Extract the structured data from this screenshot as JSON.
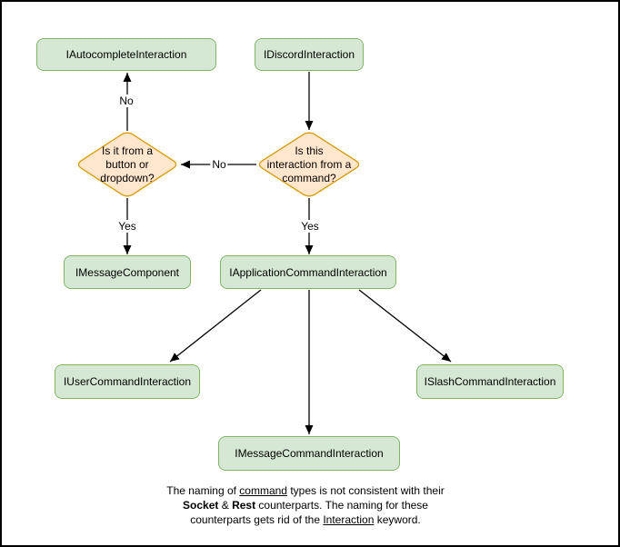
{
  "diagram": {
    "nodes": {
      "autocomplete": {
        "label": "IAutocompleteInteraction"
      },
      "discord": {
        "label": "IDiscordInteraction"
      },
      "message_component": {
        "label": "IMessageComponent"
      },
      "application_command": {
        "label": "IApplicationCommandInteraction"
      },
      "user_command": {
        "label": "IUserCommandInteraction"
      },
      "slash_command": {
        "label": "ISlashCommandInteraction"
      },
      "message_command": {
        "label": "IMessageCommandInteraction"
      }
    },
    "decisions": {
      "button_dropdown": {
        "label": "Is it from a\nbutton or\ndropdown?"
      },
      "from_command": {
        "label": "Is this\ninteraction from a\ncommand?"
      }
    },
    "edge_labels": {
      "no_to_autocomplete": "No",
      "no_between_decisions": "No",
      "yes_to_message_component": "Yes",
      "yes_to_application_command": "Yes"
    },
    "colors": {
      "node_fill": "#d5e8d4",
      "node_border": "#82b366",
      "decision_fill": "#ffe6cc",
      "decision_border": "#d79b00",
      "arrow": "#000000"
    },
    "note": {
      "l1a": "The naming of ",
      "l1b": "command",
      "l1c": " types is not consistent with their",
      "l2a": "Socket",
      "l2b": " & ",
      "l2c": "Rest",
      "l2d": " counterparts. The naming for these",
      "l3a": "counterparts gets rid of the ",
      "l3b": "Interaction",
      "l3c": " keyword."
    }
  }
}
